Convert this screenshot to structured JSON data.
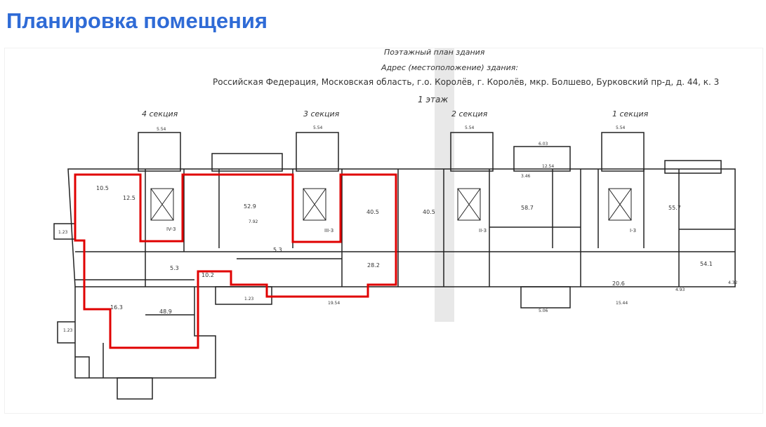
{
  "header": {
    "title": "Планировка помещения"
  },
  "plan": {
    "title_line": "Поэтажный план здания",
    "address_caption": "Адрес (местоположение) здания:",
    "address": "Российская Федерация, Московская область, г.о. Королёв, г. Королёв, мкр. Болшево, Бурковский пр-д, д. 44, к. 3",
    "floor": "1 этаж",
    "sections": [
      "4 секция",
      "3 секция",
      "2 секция",
      "1 секция"
    ],
    "highlight_color": "#e00000",
    "room_labels": [
      {
        "id": "1",
        "area": "48.9"
      },
      {
        "id": "2",
        "area": "16.3"
      },
      {
        "id": "3",
        "area": "5.3"
      },
      {
        "id": "8",
        "area": "10.2"
      },
      {
        "id": "9",
        "area": "10.5"
      },
      {
        "id": "11",
        "area": "12.5"
      },
      {
        "id": "20",
        "area": "5.3"
      },
      {
        "id": "21",
        "area": "52.9"
      },
      {
        "id": "26",
        "area": "28.2"
      },
      {
        "id": "29",
        "area": "40.5"
      },
      {
        "id": "31",
        "area": "40.5"
      },
      {
        "id": "42",
        "area": "58.7"
      },
      {
        "id": "55",
        "area": "55.7"
      },
      {
        "id": "54",
        "area": "54.1"
      },
      {
        "id": "51",
        "area": "20.6"
      }
    ],
    "stair_labels": [
      "IV-3",
      "III-3",
      "II-3",
      "I-3"
    ],
    "dimensions": [
      "5.54",
      "5.54",
      "5.54",
      "5.54",
      "6.03",
      "12.54",
      "19.54",
      "15.44",
      "4.93",
      "4.32",
      "5.06",
      "3.46",
      "7.92",
      "1.23",
      "1.23",
      "1.23"
    ]
  }
}
